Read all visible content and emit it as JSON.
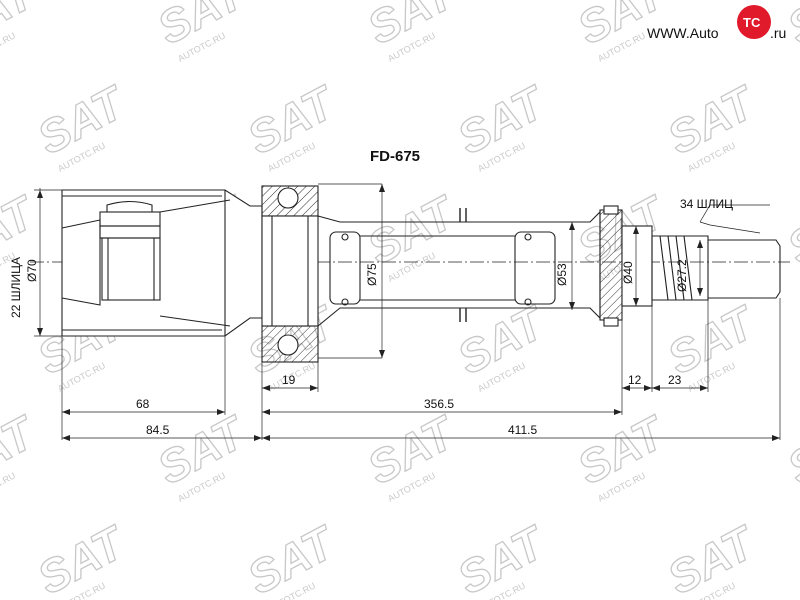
{
  "title": "FD-675",
  "logo": {
    "prefix": "WWW.Auto",
    "mark": "TC",
    "suffix": ".ru"
  },
  "watermark": {
    "brand": "SAT",
    "site": "AUTOTC.RU"
  },
  "labels": {
    "left_splines": "22 ШЛИЦА",
    "left_dia": "Ø70",
    "right_splines": "34 ШЛИЦ"
  },
  "dimensions": {
    "d75": "Ø75",
    "d53": "Ø53",
    "d40": "Ø40",
    "d27": "Ø27.2",
    "w19": "19",
    "l68": "68",
    "l356": "356.5",
    "l12": "12",
    "l23": "23",
    "l845": "84.5",
    "l4115": "411.5"
  },
  "colors": {
    "line": "#222222",
    "watermark": "#c8c8c8",
    "logo_red": "#e0192b"
  }
}
